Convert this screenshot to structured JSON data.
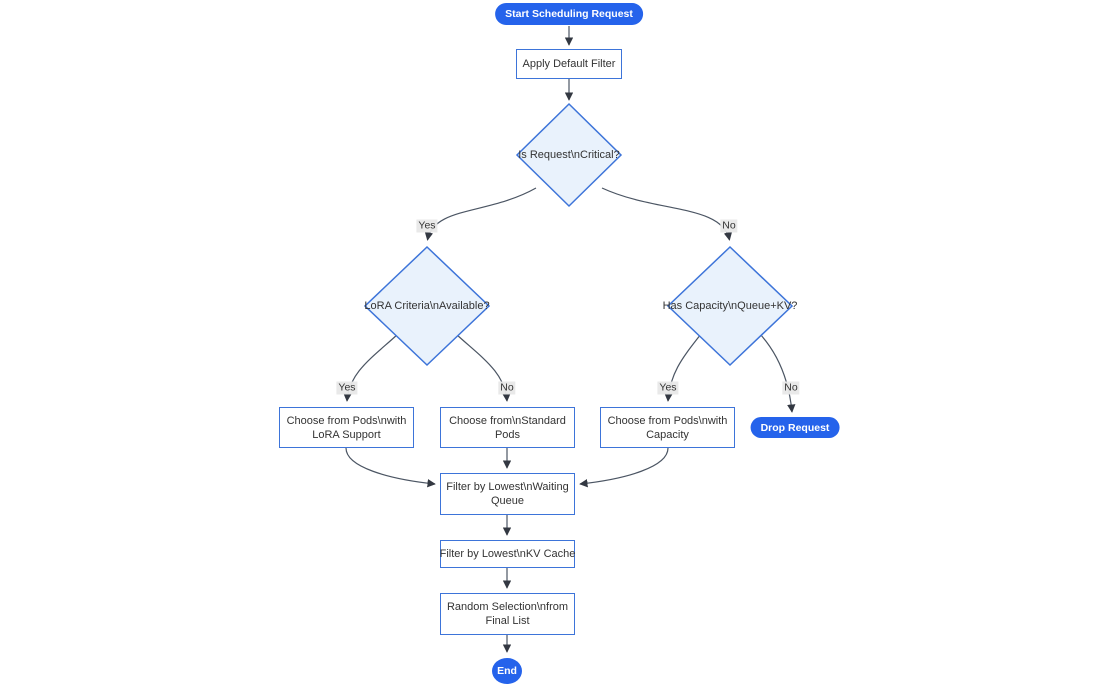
{
  "diagram": {
    "type": "flowchart",
    "direction": "top-down",
    "nodes": {
      "start": {
        "shape": "stadium",
        "label_lines": [
          "Start Scheduling Request"
        ]
      },
      "apply_default_filter": {
        "shape": "rect",
        "label_lines": [
          "Apply Default Filter"
        ]
      },
      "is_request_critical": {
        "shape": "decision",
        "label_lines": [
          "Is Request\\nCritical?"
        ]
      },
      "lora_criteria_available": {
        "shape": "decision",
        "label_lines": [
          "LoRA Criteria\\nAvailable?"
        ]
      },
      "has_capacity_queue_kv": {
        "shape": "decision",
        "label_lines": [
          "Has Capacity\\nQueue+KV?"
        ]
      },
      "choose_pods_lora": {
        "shape": "rect",
        "label_lines": [
          "Choose from Pods\\nwith",
          "LoRA Support"
        ]
      },
      "choose_standard_pods": {
        "shape": "rect",
        "label_lines": [
          "Choose from\\nStandard",
          "Pods"
        ]
      },
      "choose_pods_capacity": {
        "shape": "rect",
        "label_lines": [
          "Choose from Pods\\nwith",
          "Capacity"
        ]
      },
      "drop_request": {
        "shape": "stadium",
        "label_lines": [
          "Drop Request"
        ]
      },
      "filter_lowest_waiting_queue": {
        "shape": "rect",
        "label_lines": [
          "Filter by Lowest\\nWaiting",
          "Queue"
        ]
      },
      "filter_lowest_kv_cache": {
        "shape": "rect",
        "label_lines": [
          "Filter by Lowest\\nKV Cache"
        ]
      },
      "random_selection_final_list": {
        "shape": "rect",
        "label_lines": [
          "Random Selection\\nfrom",
          "Final List"
        ]
      },
      "end": {
        "shape": "circle",
        "label_lines": [
          "End"
        ]
      }
    },
    "edges": [
      {
        "from": "start",
        "to": "apply_default_filter",
        "label": ""
      },
      {
        "from": "apply_default_filter",
        "to": "is_request_critical",
        "label": ""
      },
      {
        "from": "is_request_critical",
        "to": "lora_criteria_available",
        "label": "Yes"
      },
      {
        "from": "is_request_critical",
        "to": "has_capacity_queue_kv",
        "label": "No"
      },
      {
        "from": "lora_criteria_available",
        "to": "choose_pods_lora",
        "label": "Yes"
      },
      {
        "from": "lora_criteria_available",
        "to": "choose_standard_pods",
        "label": "No"
      },
      {
        "from": "has_capacity_queue_kv",
        "to": "choose_pods_capacity",
        "label": "Yes"
      },
      {
        "from": "has_capacity_queue_kv",
        "to": "drop_request",
        "label": "No"
      },
      {
        "from": "choose_pods_lora",
        "to": "filter_lowest_waiting_queue",
        "label": ""
      },
      {
        "from": "choose_standard_pods",
        "to": "filter_lowest_waiting_queue",
        "label": ""
      },
      {
        "from": "choose_pods_capacity",
        "to": "filter_lowest_waiting_queue",
        "label": ""
      },
      {
        "from": "filter_lowest_waiting_queue",
        "to": "filter_lowest_kv_cache",
        "label": ""
      },
      {
        "from": "filter_lowest_kv_cache",
        "to": "random_selection_final_list",
        "label": ""
      },
      {
        "from": "random_selection_final_list",
        "to": "end",
        "label": ""
      }
    ]
  },
  "colors": {
    "terminal_fill": "#2563eb",
    "terminal_text": "#ffffff",
    "process_fill": "#ffffff",
    "decision_fill": "#e9f2fc",
    "node_border": "#3d74d9",
    "node_text": "#333333",
    "edge_line": "#4b5563",
    "edge_label_bg": "#e8e8e8",
    "background": "#ffffff"
  }
}
